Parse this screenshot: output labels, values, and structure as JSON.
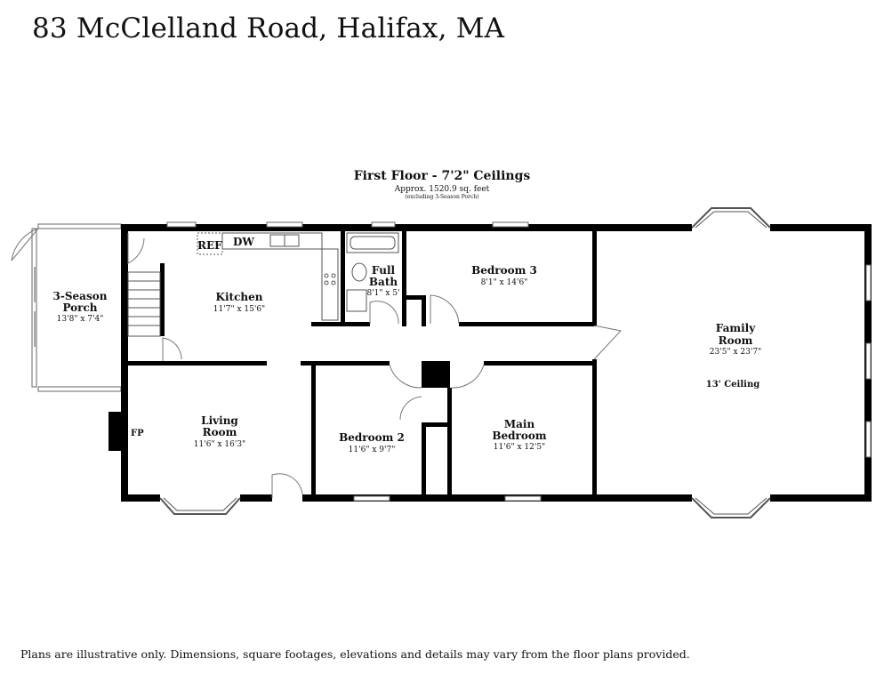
{
  "header": {
    "address": "83 McClelland Road, Halifax, MA"
  },
  "floor": {
    "title": "First Floor - 7'2\" Ceilings",
    "area": "Approx. 1520.9 sq. feet",
    "note": "(excluding 3-Season Porch)"
  },
  "rooms": {
    "porch": {
      "name_1": "3-Season",
      "name_2": "Porch",
      "dims": "13'8\" x 7'4\""
    },
    "kitchen": {
      "name": "Kitchen",
      "dims": "11'7\" x 15'6\""
    },
    "bath": {
      "name_1": "Full",
      "name_2": "Bath",
      "dims": "8'1\" x 5'"
    },
    "bedroom3": {
      "name": "Bedroom 3",
      "dims": "8'1\" x 14'6\""
    },
    "family": {
      "name_1": "Family",
      "name_2": "Room",
      "dims": "23'5\" x 23'7\"",
      "ceiling": "13' Ceiling"
    },
    "living": {
      "name_1": "Living",
      "name_2": "Room",
      "dims": "11'6\" x 16'3\""
    },
    "bedroom2": {
      "name": "Bedroom 2",
      "dims": "11'6\" x 9'7\""
    },
    "main": {
      "name_1": "Main",
      "name_2": "Bedroom",
      "dims": "11'6\" x 12'5\""
    }
  },
  "fixtures": {
    "ref": "REF",
    "dw": "DW",
    "fp": "FP"
  },
  "footer": {
    "disclaimer": "Plans are illustrative only. Dimensions, square footages, elevations and details may vary from the floor plans provided."
  }
}
